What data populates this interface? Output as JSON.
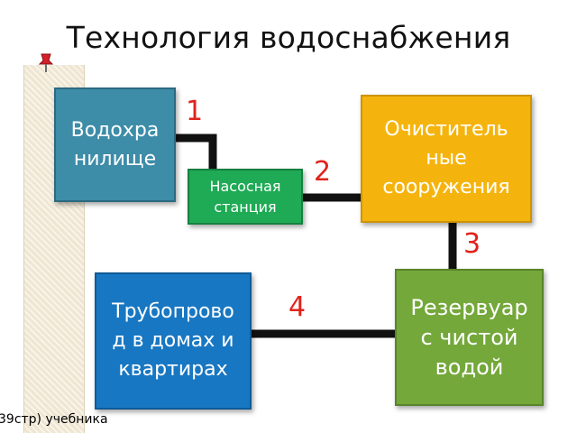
{
  "title": "Технология водоснабжения",
  "boxes": {
    "reservoir": "Водохра\nнилище",
    "pump": "Насосная\nстанция",
    "treatment": "Очиститель\nные\nсооружения",
    "tank": "Резервуар\nс чистой\nводой",
    "pipeline": "Трубопрово\nд в домах и\nквартирах"
  },
  "steps": [
    "1",
    "2",
    "3",
    "4"
  ],
  "footer": "39стр) учебника",
  "colors": {
    "reservoir": "#3d8ca8",
    "pump": "#1faa55",
    "treatment": "#f5b40d",
    "tank": "#74a83a",
    "pipeline": "#1877c2",
    "step_numbers": "#e0231b",
    "pipes": "#111111"
  },
  "icons": {
    "pin": "pushpin-icon"
  }
}
